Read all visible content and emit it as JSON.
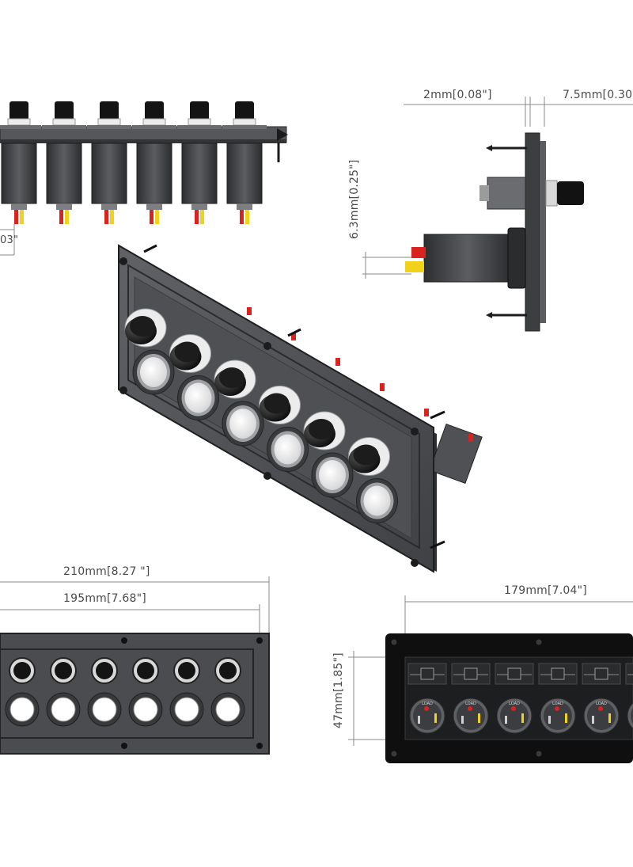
{
  "dimensions": {
    "thickness": "2mm[0.08\"]",
    "button_depth": "7.5mm[0.30",
    "offset": "6.3mm[0.25\"]",
    "overall_width": "210mm[8.27 \"]",
    "inner_width": "195mm[7.68\"]",
    "rear_width": "179mm[7.04\"]",
    "rear_height": "47mm[1.85\"]",
    "cropped_left": "03\""
  },
  "rear_labels": {
    "load": "LOAD"
  },
  "colors": {
    "panel": "#4b4d50",
    "panel_dark": "#2f3033",
    "button_black": "#141414",
    "ring_white": "#ececec",
    "wire_red": "#d8231f",
    "wire_yellow": "#f0d21a",
    "rear_plate": "#0f0f0f",
    "dim_line": "#8a8a8a"
  }
}
